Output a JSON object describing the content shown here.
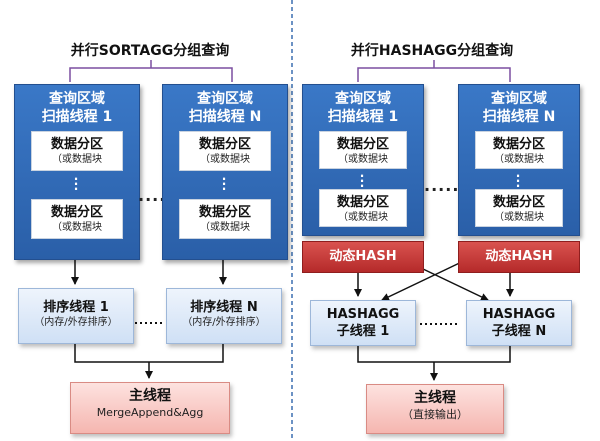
{
  "left": {
    "title": "并行SORTAGG分组查询",
    "scan_areas": [
      {
        "line1": "查询区域",
        "line2": "扫描线程 1"
      },
      {
        "line1": "查询区域",
        "line2": "扫描线程 N"
      }
    ],
    "partition": {
      "label": "数据分区",
      "sub": "（或数据块"
    },
    "sort_threads": [
      {
        "label": "排序线程 1",
        "sub": "（内存/外存排序）"
      },
      {
        "label": "排序线程 N",
        "sub": "（内存/外存排序）"
      }
    ],
    "main": {
      "label": "主线程",
      "sub": "MergeAppend&Agg"
    }
  },
  "right": {
    "title": "并行HASHAGG分组查询",
    "scan_areas": [
      {
        "line1": "查询区域",
        "line2": "扫描线程 1"
      },
      {
        "line1": "查询区域",
        "line2": "扫描线程 N"
      }
    ],
    "partition": {
      "label": "数据分区",
      "sub": "（或数据块"
    },
    "hash_label": "动态HASH",
    "hash_threads": [
      {
        "label": "HASHAGG",
        "sub": "子线程 1"
      },
      {
        "label": "HASHAGG",
        "sub": "子线程 N"
      }
    ],
    "main": {
      "label": "主线程",
      "sub": "（直接输出）"
    }
  },
  "colors": {
    "scan_blue": "#2f6bb8",
    "bracket_purple": "#7b4fa0",
    "hash_red": "#c0392b",
    "thread_light_blue": "#dbe8f8",
    "main_pink": "#f8c8c2",
    "divider_blue": "#3b6fb0"
  }
}
